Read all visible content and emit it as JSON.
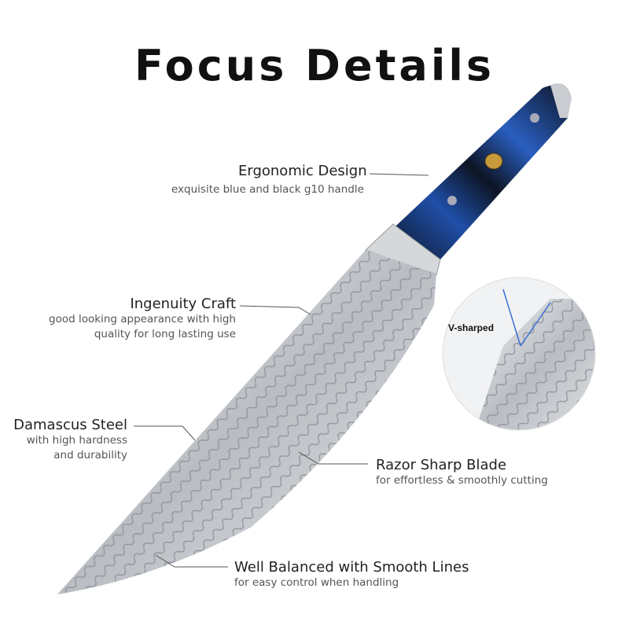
{
  "title": "Focus Details",
  "features": [
    {
      "heading": "Ergonomic Design",
      "lines": [
        "exquisite blue and black g10 handle"
      ]
    },
    {
      "heading": "Ingenuity Craft",
      "lines": [
        "good looking appearance with high",
        "quality for long lasting use"
      ]
    },
    {
      "heading": "Damascus Steel",
      "lines": [
        "with high hardness",
        "and durability"
      ]
    },
    {
      "heading": "Razor Sharp Blade",
      "lines": [
        "for effortless & smoothly cutting"
      ]
    },
    {
      "heading": "Well Balanced with Smooth Lines",
      "lines": [
        "for easy control when handling"
      ]
    }
  ],
  "inset_label": "V-sharped",
  "colors": {
    "handle_blue": "#1f4fa8",
    "handle_black": "#0d1424",
    "steel": "#c9ccd0"
  }
}
